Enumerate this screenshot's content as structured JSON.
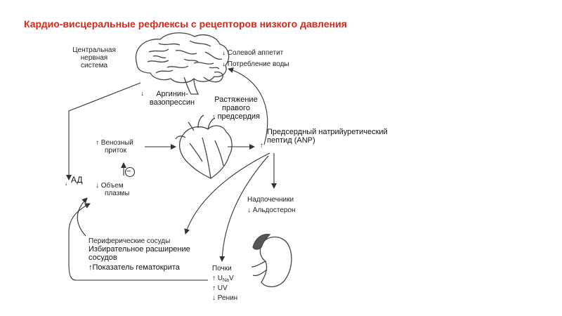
{
  "title": "Кардио-висцеральные рефлексы с рецепторов низкого давления",
  "arrows": {
    "up": "↑",
    "down": "↓"
  },
  "labels": {
    "cns": [
      "Центральная",
      "нервная",
      "система"
    ],
    "salt_appetite": "Солевой аппетит",
    "water_intake": "Потребление воды",
    "avp": [
      "Аргинин-",
      "вазопрессин"
    ],
    "stretch": [
      "Растяжение",
      "правого",
      "предсердия"
    ],
    "anp": [
      "Предсердный   натрийуретический",
      "пептид (ANP)"
    ],
    "venous_return": [
      "Венозный",
      "приток"
    ],
    "minus": "−",
    "plasma_volume": [
      "Объем",
      "плазмы"
    ],
    "bp": "АД",
    "adrenals": "Надпочечники",
    "aldosterone": "Альдостерон",
    "peripheral_vessels": "Периферические сосуды",
    "selective_dilation": [
      "Избирательное    расширение",
      "сосудов"
    ],
    "hematocrit": "Показатель гематокрита",
    "kidneys": "Почки",
    "u_na_v": {
      "main": "U",
      "sub": "Na",
      "tail": "V"
    },
    "uv": "UV",
    "renin": "Ренин"
  }
}
